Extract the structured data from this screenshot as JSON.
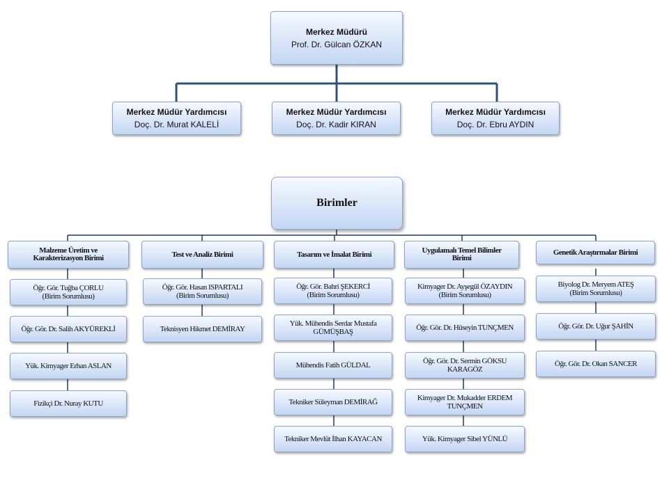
{
  "director": {
    "title": "Merkez Müdürü",
    "name": "Prof. Dr. Gülcan ÖZKAN"
  },
  "deputies": [
    {
      "title": "Merkez Müdür Yardımcısı",
      "name": "Doç. Dr. Murat KALELİ"
    },
    {
      "title": "Merkez Müdür Yardımcısı",
      "name": "Doç. Dr. Kadir KIRAN"
    },
    {
      "title": "Merkez Müdür Yardımcısı",
      "name": "Doç. Dr. Ebru AYDIN"
    }
  ],
  "units_header": "Birimler",
  "units": [
    {
      "name_lines": [
        "Malzeme Üretim ve",
        "Karakterizasyon Birimi"
      ],
      "staff": [
        {
          "lines": [
            "Öğr. Gör. Tuğba ÇORLU",
            "(Birim Sorumlusu)"
          ]
        },
        {
          "lines": [
            "Öğr. Gör. Dr. Salih AKYÜREKLİ"
          ]
        },
        {
          "lines": [
            "Yük. Kimyager Erhan ASLAN"
          ]
        },
        {
          "lines": [
            "Fizikçi Dr. Nuray KUTU"
          ]
        }
      ]
    },
    {
      "name_lines": [
        "Test ve Analiz Birimi"
      ],
      "staff": [
        {
          "lines": [
            "Öğr. Gör. Hasan ISPARTALI",
            "(Birim Sorumlusu)"
          ]
        },
        {
          "lines": [
            "Teknisyen Hikmet DEMİRAY"
          ]
        }
      ]
    },
    {
      "name_lines": [
        "Tasarım ve İmalat Birimi"
      ],
      "staff": [
        {
          "lines": [
            "Öğr. Gör. Bahri ŞEKERCİ",
            "(Birim Sorumlusu)"
          ]
        },
        {
          "lines": [
            "Yük. Mühendis Serdar Mustafa",
            "GÜMÜŞBAŞ"
          ]
        },
        {
          "lines": [
            "Mühendis Fatih GÜLDAL"
          ]
        },
        {
          "lines": [
            "Tekniker Süleyman DEMİRAĞ"
          ]
        },
        {
          "lines": [
            "Tekniker Mevlüt İlhan KAYACAN"
          ]
        }
      ]
    },
    {
      "name_lines": [
        "Uygulamalı Temel Bilimler",
        "Birimi"
      ],
      "staff": [
        {
          "lines": [
            "Kimyager Dr. Ayşegül ÖZAYDIN",
            "(Birim Sorumlusu)"
          ]
        },
        {
          "lines": [
            "Öğr. Gör. Dr. Hüseyin TUNÇMEN"
          ]
        },
        {
          "lines": [
            "Öğr. Gör. Dr. Sermin GÖKSU",
            "KARAGÖZ"
          ]
        },
        {
          "lines": [
            "Kimyager Dr. Mukadder ERDEM",
            "TUNÇMEN"
          ]
        },
        {
          "lines": [
            "Yük. Kimyager Sibel YÜNLÜ"
          ]
        }
      ]
    },
    {
      "name_lines": [
        "Genetik Araştırmalar Birimi"
      ],
      "staff": [
        {
          "lines": [
            "Biyolog Dr. Meryem ATEŞ",
            "(Birim Sorumlusu)"
          ]
        },
        {
          "lines": [
            "Öğr. Gör. Dr. Uğur ŞAHİN"
          ]
        },
        {
          "lines": [
            "Öğr. Gör. Dr. Okan SANCER"
          ]
        }
      ]
    }
  ]
}
